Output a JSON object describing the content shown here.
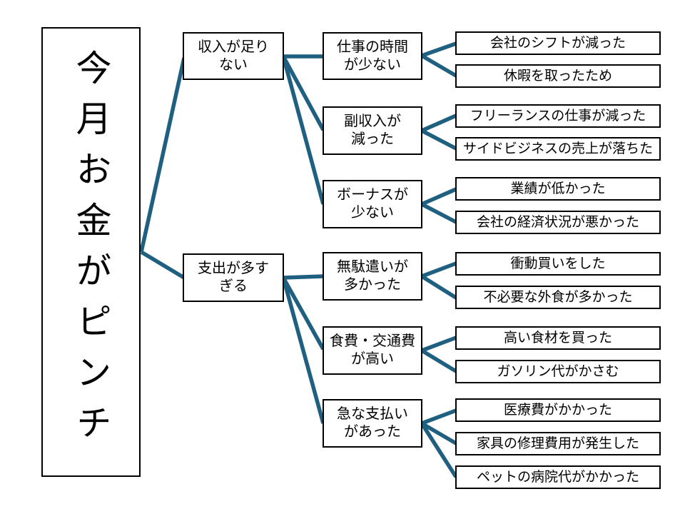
{
  "colors": {
    "connector": "#1F6080",
    "node_border": "#000000",
    "node_fill": "#ffffff",
    "text": "#000000",
    "background": "#ffffff"
  },
  "tree": {
    "root": {
      "label": "今月お金がピンチ"
    },
    "branches": [
      {
        "label": "収入が足り\nない",
        "children": [
          {
            "label": "仕事の時間\nが少ない",
            "leaves": [
              "会社のシフトが減った",
              "休暇を取ったため"
            ]
          },
          {
            "label": "副収入が\n減った",
            "leaves": [
              "フリーランスの仕事が減った",
              "サイドビジネスの売上が落ちた"
            ]
          },
          {
            "label": "ボーナスが\n少ない",
            "leaves": [
              "業績が低かった",
              "会社の経済状況が悪かった"
            ]
          }
        ]
      },
      {
        "label": "支出が多す\nぎる",
        "children": [
          {
            "label": "無駄遣いが\n多かった",
            "leaves": [
              "衝動買いをした",
              "不必要な外食が多かった"
            ]
          },
          {
            "label": "食費・交通費\nが高い",
            "leaves": [
              "高い食材を買った",
              "ガソリン代がかさむ"
            ]
          },
          {
            "label": "急な支払い\nがあった",
            "leaves": [
              "医療費がかかった",
              "家具の修理費用が発生した",
              "ペットの病院代がかかった"
            ]
          }
        ]
      }
    ]
  }
}
